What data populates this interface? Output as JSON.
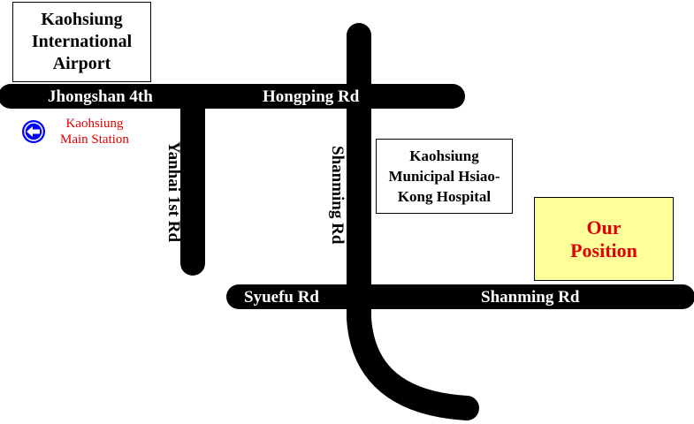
{
  "landmarks": {
    "airport": "Kaohsiung International Airport",
    "hospital": "Kaohsiung Municipal Hsiao-Kong Hospital",
    "our_position": "Our Position",
    "station_line1": "Kaohsiung",
    "station_line2": "Main Station"
  },
  "roads": {
    "jhongshan": "Jhongshan 4th",
    "hongping": "Hongping Rd",
    "yanhai": "Yanhai 1st Rd",
    "shanming_vertical": "Shanming Rd",
    "syuefu": "Syuefu Rd",
    "shanming_horizontal": "Shanming Rd"
  },
  "icons": {
    "station": "left-arrow-circle-icon"
  },
  "colors": {
    "road": "#000000",
    "highlight": "#ffff99",
    "accent_text": "#e00000",
    "station_icon": "#0000ff"
  }
}
